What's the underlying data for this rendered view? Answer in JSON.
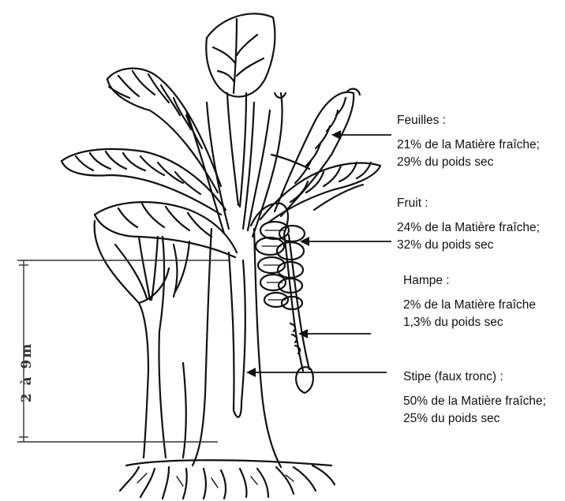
{
  "height_annotation": "2 à 9m",
  "labels": {
    "feuilles": {
      "title": "Feuilles :",
      "line1": "21% de la Matière fraîche;",
      "line2": "29% du poids sec"
    },
    "fruit": {
      "title": "Fruit :",
      "line1": "24% de la Matière fraîche;",
      "line2": "32% du poids sec"
    },
    "hampe": {
      "title": "Hampe :",
      "line1": "2% de la Matière fraîche",
      "line2": "1,3% du poids sec"
    },
    "stipe": {
      "title": "Stipe (faux tronc) :",
      "line1": "50% de la Matière fraîche;",
      "line2": "25% du poids sec"
    }
  },
  "colors": {
    "ink": "#111111",
    "background": "#ffffff"
  }
}
